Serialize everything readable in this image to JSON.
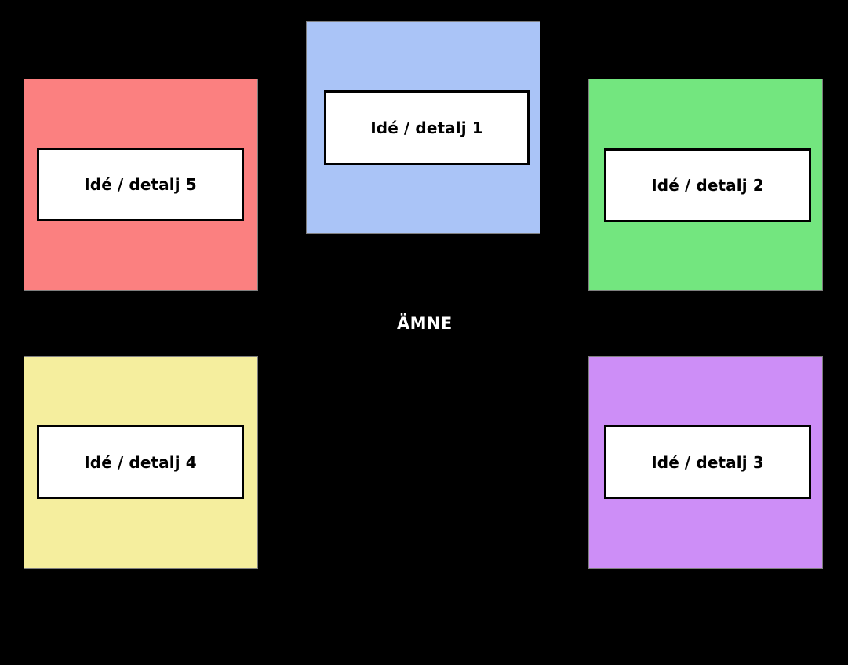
{
  "diagram": {
    "type": "mind-map",
    "background_color": "#000000",
    "center": {
      "label": "ÄMNE",
      "text_color": "#ffffff"
    },
    "nodes": [
      {
        "id": "node-top",
        "position": "top-center",
        "fill_color": "#aac4f7",
        "border_color": "#7f7f7f",
        "card": {
          "id": "card-1",
          "label": "Idé / detalj 1",
          "fill_color": "#ffffff",
          "border_color": "#000000",
          "text_color": "#000000"
        }
      },
      {
        "id": "node-right-top",
        "position": "right-top",
        "fill_color": "#73e67f",
        "border_color": "#7f7f7f",
        "card": {
          "id": "card-2",
          "label": "Idé / detalj 2",
          "fill_color": "#ffffff",
          "border_color": "#000000",
          "text_color": "#000000"
        }
      },
      {
        "id": "node-right-bottom",
        "position": "right-bottom",
        "fill_color": "#cd8ef7",
        "border_color": "#7f7f7f",
        "card": {
          "id": "card-3",
          "label": "Idé / detalj 3",
          "fill_color": "#ffffff",
          "border_color": "#000000",
          "text_color": "#000000"
        }
      },
      {
        "id": "node-left-bottom",
        "position": "left-bottom",
        "fill_color": "#f5ee9e",
        "border_color": "#7f7f7f",
        "card": {
          "id": "card-4",
          "label": "Idé / detalj 4",
          "fill_color": "#ffffff",
          "border_color": "#000000",
          "text_color": "#000000"
        }
      },
      {
        "id": "node-left-top",
        "position": "left-top",
        "fill_color": "#fb8080",
        "border_color": "#7f7f7f",
        "card": {
          "id": "card-5",
          "label": "Idé / detalj 5",
          "fill_color": "#ffffff",
          "border_color": "#000000",
          "text_color": "#000000"
        }
      }
    ]
  }
}
